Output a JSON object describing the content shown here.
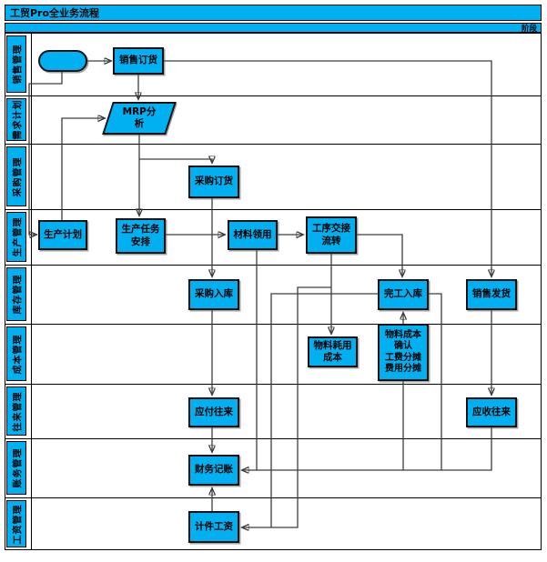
{
  "window": {
    "title": "工贸Pro全业务流程"
  },
  "phase_bar": {
    "label": "阶段"
  },
  "lanes": [
    {
      "label": "销售管理"
    },
    {
      "label": "需求计划"
    },
    {
      "label": "采购管理"
    },
    {
      "label": "生产管理"
    },
    {
      "label": "库存管理"
    },
    {
      "label": "成本管理"
    },
    {
      "label": "往来管理"
    },
    {
      "label": "账务管理"
    },
    {
      "label": "工资管理"
    }
  ],
  "nodes": {
    "start": {
      "label": "",
      "shape": "oval",
      "lane": "销售管理"
    },
    "sales_order": {
      "label": "销售订货",
      "shape": "rect",
      "lane": "销售管理"
    },
    "mrp": {
      "label": "MRP分\n析",
      "shape": "parallelogram",
      "lane": "需求计划"
    },
    "purchase_order": {
      "label": "采购订货",
      "shape": "rect",
      "lane": "采购管理"
    },
    "production_plan": {
      "label": "生产计划",
      "shape": "rect",
      "lane": "生产管理"
    },
    "production_task": {
      "label": "生产任务\n安排",
      "shape": "rect",
      "lane": "生产管理"
    },
    "material_requisition": {
      "label": "材料领用",
      "shape": "rect",
      "lane": "生产管理"
    },
    "process_handover": {
      "label": "工序交接\n流转",
      "shape": "rect",
      "lane": "生产管理"
    },
    "purchase_receipt": {
      "label": "采购入库",
      "shape": "rect",
      "lane": "库存管理"
    },
    "completion_receipt": {
      "label": "完工入库",
      "shape": "rect",
      "lane": "库存管理"
    },
    "sales_delivery": {
      "label": "销售发货",
      "shape": "rect",
      "lane": "库存管理"
    },
    "material_cost": {
      "label": "物料耗用\n成本",
      "shape": "rect",
      "lane": "成本管理"
    },
    "cost_allocation": {
      "label": "物料成本\n确认\n工费分摊\n费用分摊",
      "shape": "rect",
      "lane": "成本管理"
    },
    "payable": {
      "label": "应付往来",
      "shape": "rect",
      "lane": "往来管理"
    },
    "receivable": {
      "label": "应收往来",
      "shape": "rect",
      "lane": "往来管理"
    },
    "bookkeeping": {
      "label": "财务记账",
      "shape": "rect",
      "lane": "账务管理"
    },
    "piece_wage": {
      "label": "计件工资",
      "shape": "rect",
      "lane": "工资管理"
    }
  },
  "edges": [
    {
      "from": "start",
      "to": "sales_order"
    },
    {
      "from": "start",
      "to": "production_plan"
    },
    {
      "from": "sales_order",
      "to": "mrp"
    },
    {
      "from": "sales_order",
      "to": "sales_delivery"
    },
    {
      "from": "production_plan",
      "to": "mrp"
    },
    {
      "from": "mrp",
      "to": "purchase_order"
    },
    {
      "from": "mrp",
      "to": "production_task"
    },
    {
      "from": "purchase_order",
      "to": "purchase_receipt"
    },
    {
      "from": "production_task",
      "to": "material_requisition"
    },
    {
      "from": "material_requisition",
      "to": "process_handover"
    },
    {
      "from": "material_requisition",
      "to": "bookkeeping"
    },
    {
      "from": "process_handover",
      "to": "completion_receipt"
    },
    {
      "from": "process_handover",
      "to": "material_cost"
    },
    {
      "from": "process_handover",
      "to": "piece_wage"
    },
    {
      "from": "completion_receipt",
      "to": "piece_wage"
    },
    {
      "from": "completion_receipt",
      "to": "bookkeeping"
    },
    {
      "from": "cost_allocation",
      "to": "completion_receipt"
    },
    {
      "from": "cost_allocation",
      "to": "bookkeeping"
    },
    {
      "from": "purchase_receipt",
      "to": "payable"
    },
    {
      "from": "payable",
      "to": "bookkeeping"
    },
    {
      "from": "sales_delivery",
      "to": "receivable"
    },
    {
      "from": "receivable",
      "to": "bookkeeping"
    },
    {
      "from": "piece_wage",
      "to": "bookkeeping"
    }
  ],
  "colors": {
    "node_fill": "#00B0F0",
    "border": "#000000",
    "connector": "#3d3d3d"
  }
}
